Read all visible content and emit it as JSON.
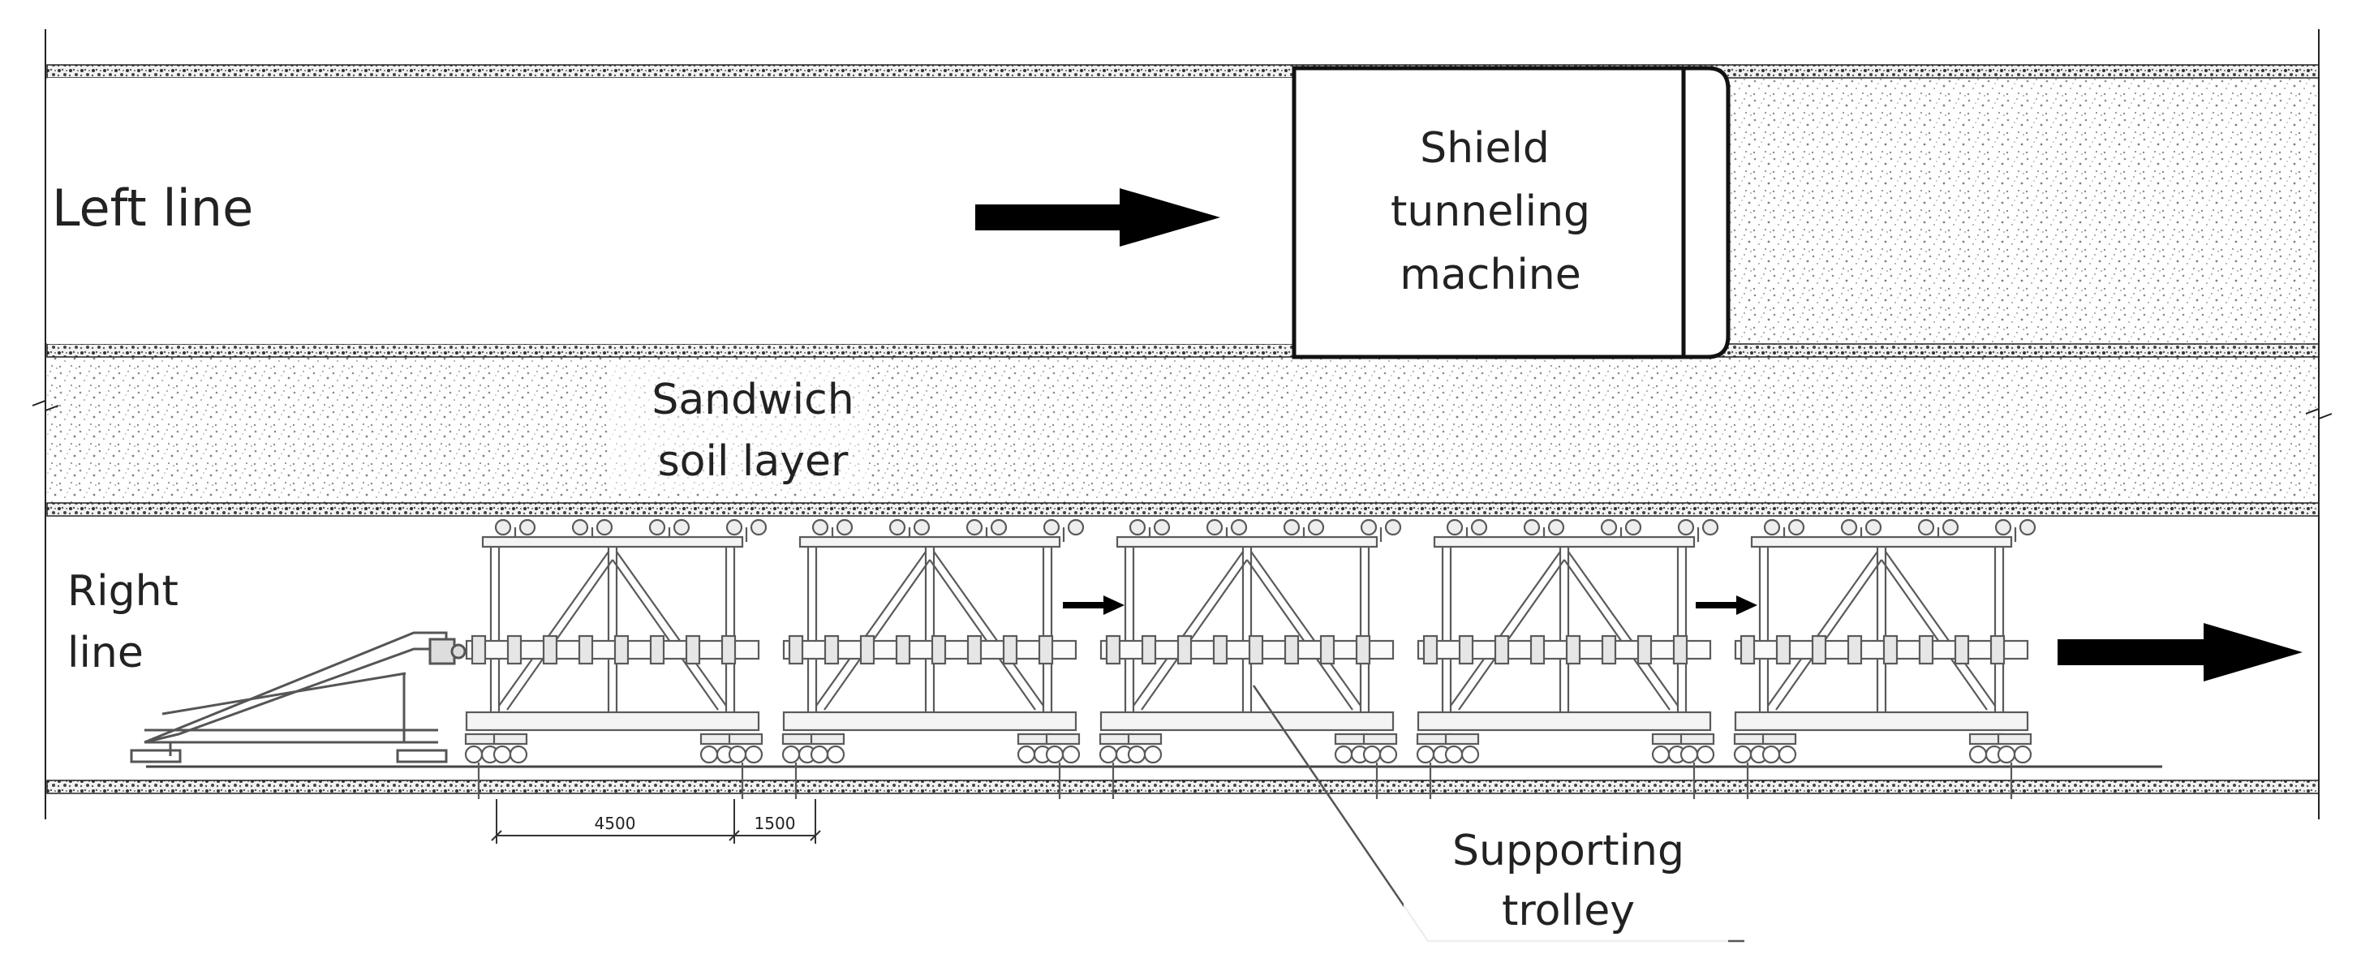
{
  "labels": {
    "left_line": "Left line",
    "right_line_1": "Right",
    "right_line_2": "line",
    "shield_1": "Shield",
    "shield_2": "tunneling",
    "shield_3": "machine",
    "sandwich_1": "Sandwich",
    "sandwich_2": "soil layer",
    "trolley_1": "Supporting",
    "trolley_2": "trolley"
  },
  "dimensions": {
    "d1": "4500",
    "d2": "1500"
  },
  "trolley_count": 5,
  "colors": {
    "line": "#1a1a1a",
    "soil_dot": "#8a8a8a",
    "frame": "#5a5a5a"
  }
}
